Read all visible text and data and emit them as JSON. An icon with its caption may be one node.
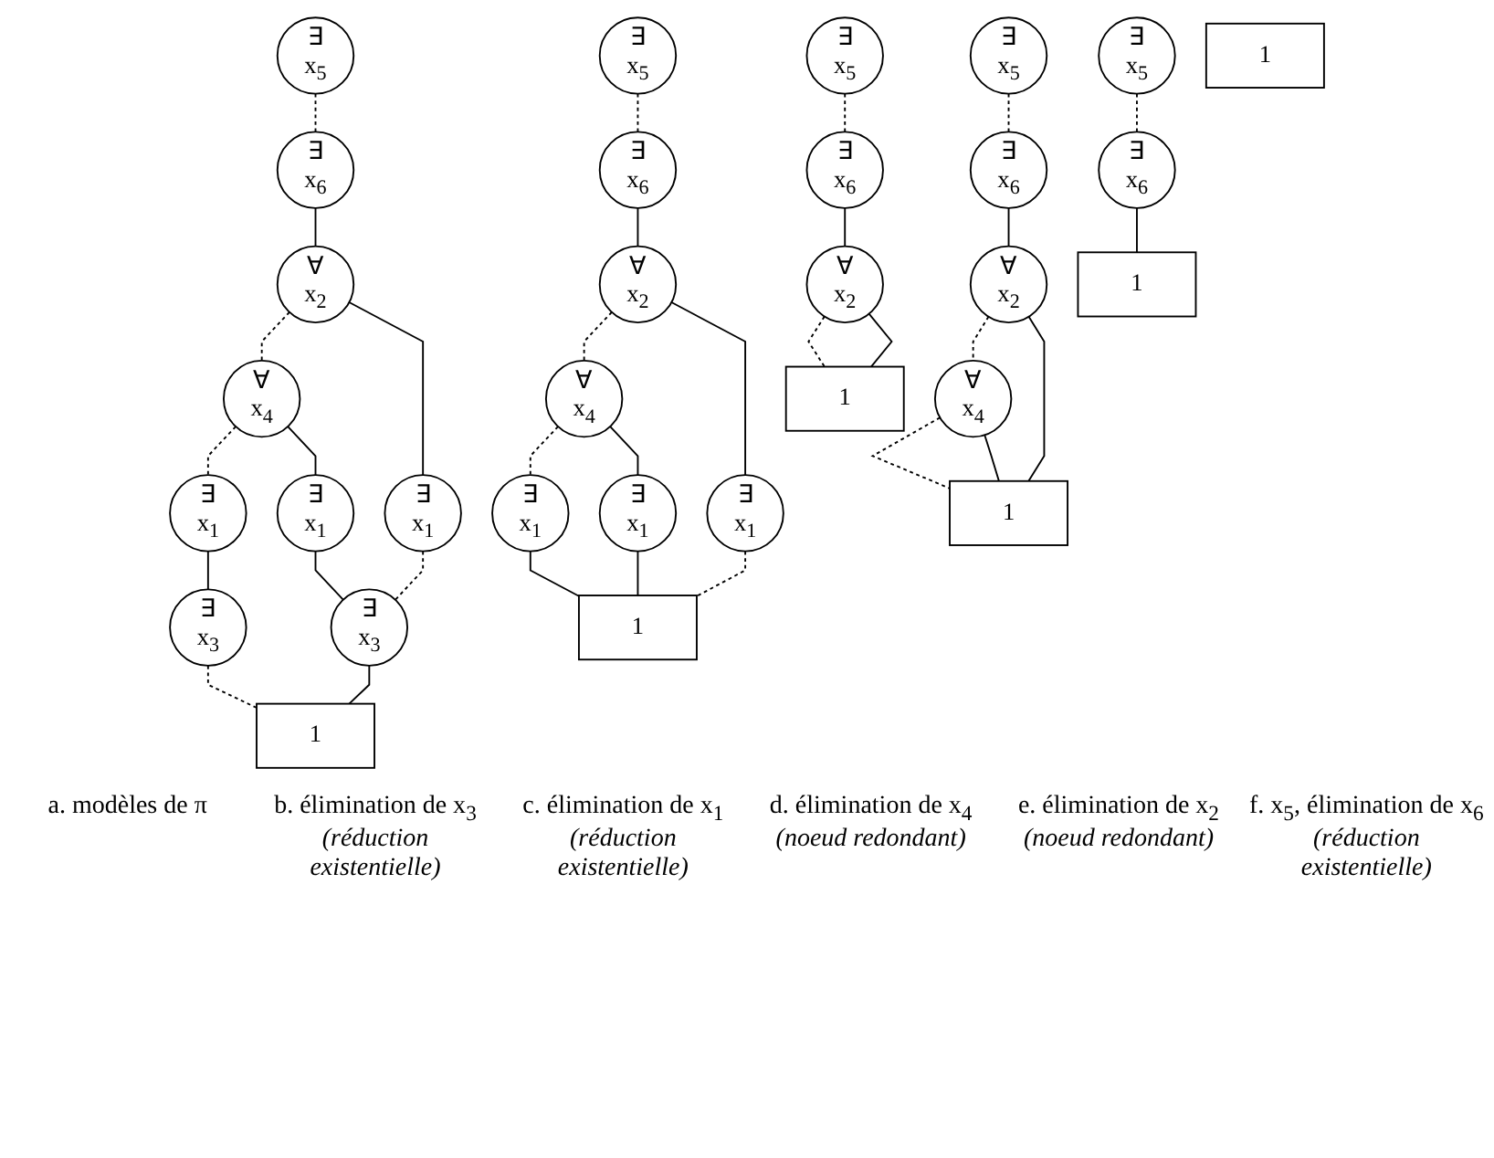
{
  "diagram": {
    "nodes": [
      {
        "text": [
          "∃",
          "x$_{5}$"
        ]
      },
      {
        "text": [
          "∃",
          "x$_{6}$"
        ]
      },
      {
        "text": [
          "∀",
          "x$_{2}$"
        ]
      },
      {
        "text": [
          "∀",
          "x$_{4}$"
        ]
      },
      {
        "text": [
          "∃",
          "x$_{1}$"
        ]
      },
      {
        "text": [
          "∃",
          "x$_{1}$"
        ]
      },
      {
        "text": [
          "∃",
          "x$_{1}$"
        ]
      },
      {
        "text": [
          "∃",
          "x$_{3}$"
        ]
      },
      {
        "text": [
          "∃",
          "x$_{3}$"
        ]
      },
      {
        "text": [
          "1"
        ]
      },
      {
        "text": [
          "∃",
          "x$_{5}$"
        ]
      },
      {
        "text": [
          "∃",
          "x$_{6}$"
        ]
      },
      {
        "text": [
          "∀",
          "x$_{2}$"
        ]
      },
      {
        "text": [
          "∀",
          "x$_{4}$"
        ]
      },
      {
        "text": [
          "∃",
          "x$_{1}$"
        ]
      },
      {
        "text": [
          "∃",
          "x$_{1}$"
        ]
      },
      {
        "text": [
          "∃",
          "x$_{1}$"
        ]
      },
      {
        "text": [
          "1"
        ]
      },
      {
        "text": [
          "∃",
          "x$_{5}$"
        ]
      },
      {
        "text": [
          "∃",
          "x$_{6}$"
        ]
      },
      {
        "text": [
          "∀",
          "x$_{2}$"
        ]
      },
      {
        "text": [
          "∀",
          "x$_{4}$"
        ]
      },
      {
        "text": [
          "1"
        ]
      },
      {
        "text": [
          "∃",
          "x$_{5}$"
        ]
      },
      {
        "text": [
          "∃",
          "x$_{6}$"
        ]
      },
      {
        "text": [
          "∀",
          "x$_{2}$"
        ]
      },
      {
        "text": [
          "1"
        ]
      },
      {
        "text": [
          "∃",
          "x$_{5}$"
        ]
      },
      {
        "text": [
          "∃",
          "x$_{6}$"
        ]
      },
      {
        "text": [
          "1"
        ]
      },
      {
        "text": [
          "1"
        ]
      }
    ],
    "edges": [
      {
        "from": 0,
        "to": 1,
        "arrow": "none",
        "style": "dashed"
      },
      {
        "from": 1,
        "to": 2,
        "arrow": "none"
      },
      {
        "from": 2,
        "to": 3,
        "arrow": "none",
        "style": "dashed"
      },
      {
        "from": 2,
        "to": 6,
        "arrow": "none"
      },
      {
        "from": 3,
        "to": 4,
        "arrow": "none",
        "style": "dashed"
      },
      {
        "from": 3,
        "to": 5,
        "arrow": "none"
      },
      {
        "from": 4,
        "to": 7,
        "arrow": "none"
      },
      {
        "from": 5,
        "to": 8,
        "arrow": "none"
      },
      {
        "from": 6,
        "to": 8,
        "arrow": "none",
        "style": "dashed"
      },
      {
        "from": 7,
        "to": 9,
        "arrow": "none",
        "style": "dashed"
      },
      {
        "from": 8,
        "to": 9,
        "arrow": "none"
      },
      {
        "from": 10,
        "to": 11,
        "arrow": "none",
        "style": "dashed"
      },
      {
        "from": 11,
        "to": 12,
        "arrow": "none"
      },
      {
        "from": 12,
        "to": 13,
        "arrow": "none",
        "style": "dashed"
      },
      {
        "from": 12,
        "to": 16,
        "arrow": "none"
      },
      {
        "from": 13,
        "to": 14,
        "arrow": "none",
        "style": "dashed"
      },
      {
        "from": 13,
        "to": 15,
        "arrow": "none"
      },
      {
        "from": 14,
        "to": 17,
        "arrow": "none"
      },
      {
        "from": 15,
        "to": 17,
        "arrow": "none"
      },
      {
        "from": 16,
        "to": 17,
        "arrow": "none",
        "style": "dashed"
      },
      {
        "from": 18,
        "to": 19,
        "arrow": "none",
        "style": "dashed"
      },
      {
        "from": 19,
        "to": 20,
        "arrow": "none"
      },
      {
        "from": 20,
        "to": 21,
        "arrow": "none",
        "style": "dashed"
      },
      {
        "from": 21,
        "to": 22,
        "arrow": "none",
        "style": "dashed"
      },
      {
        "from": 21,
        "to": 22,
        "arrow": "none"
      },
      {
        "from": 20,
        "to": 22,
        "arrow": "none"
      },
      {
        "from": 23,
        "to": 24,
        "arrow": "none",
        "style": "dashed"
      },
      {
        "from": 24,
        "to": 25,
        "arrow": "none"
      },
      {
        "from": 25,
        "to": 26,
        "arrow": "none",
        "style": "dashed"
      },
      {
        "from": 25,
        "to": 26,
        "arrow": "none"
      },
      {
        "from": 27,
        "to": 28,
        "arrow": "none",
        "style": "dashed"
      },
      {
        "from": 28,
        "to": 29,
        "arrow": "none"
      }
    ],
    "labels": [
      "a. modèles de π",
      "b. élimination de x$_{3}$",
      "(réduction existentielle)",
      "c. élimination de x$_{1}$",
      "(réduction existentielle)",
      "d. élimination de x$_{4}$",
      "(noeud redondant)",
      "e. élimination de x$_{2}$",
      "(noeud redondant)",
      "f. x$_{5}$, élimination de x$_{6}$",
      "(réduction existentielle)"
    ]
  }
}
